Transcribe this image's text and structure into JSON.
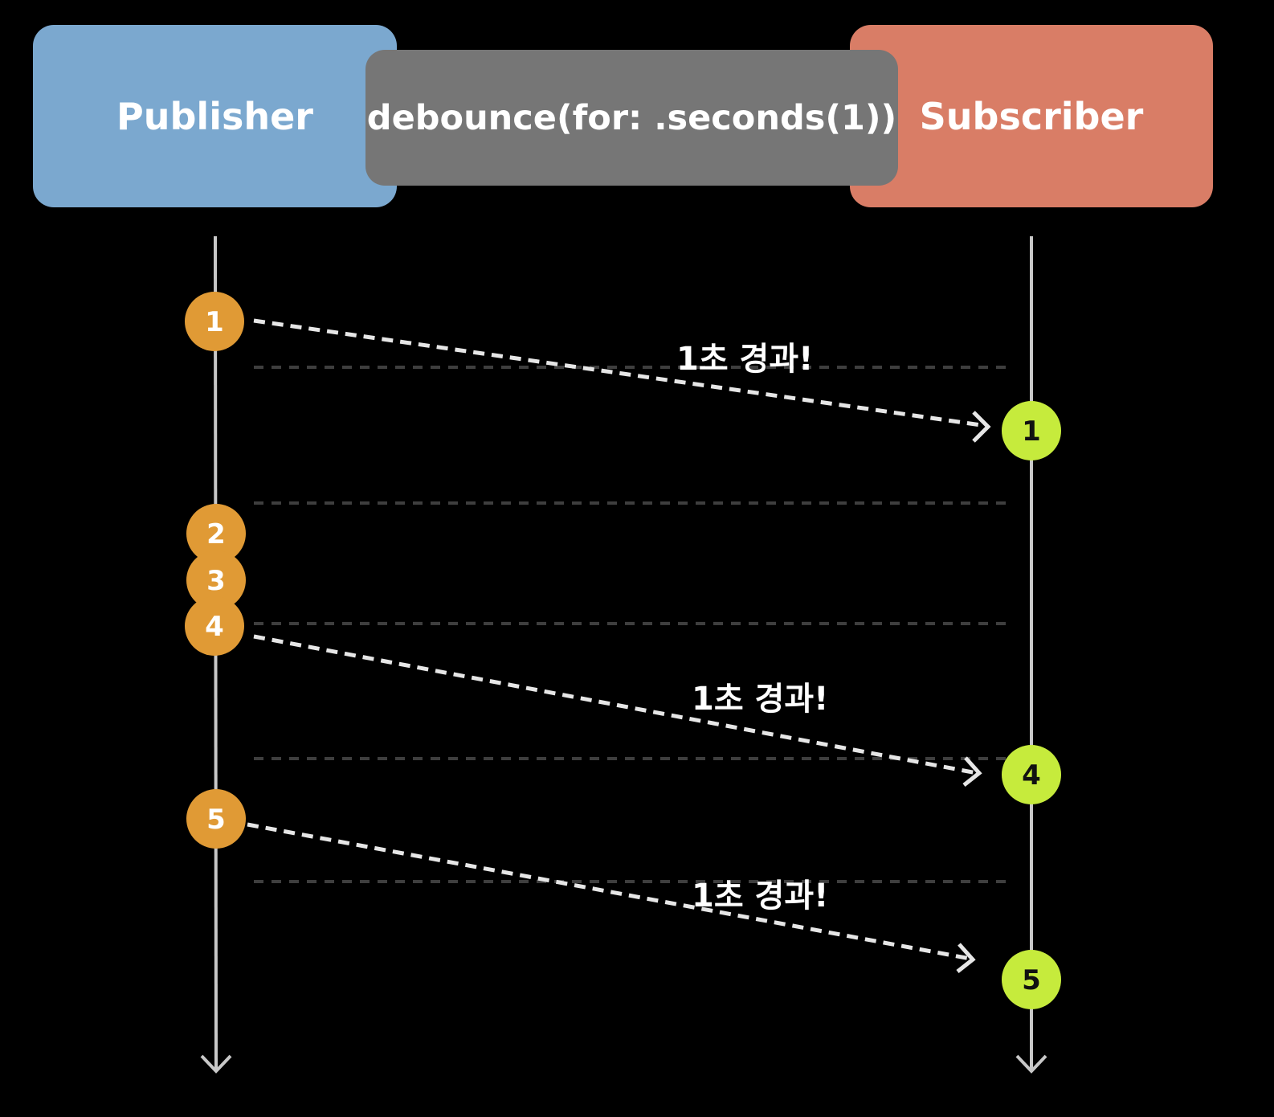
{
  "header": {
    "publisher_label": "Publisher",
    "operator_label": "debounce(for: .seconds(1))",
    "subscriber_label": "Subscriber"
  },
  "colors": {
    "background": "#000000",
    "publisher": "#7BA8CF",
    "operator": "#767676",
    "subscriber": "#D97D66",
    "input_marble": "#E09A35",
    "output_marble": "#C6EB3C",
    "timeline": "#C8C8C8",
    "separator": "#3E3E3E"
  },
  "publisher_events": [
    "1",
    "2",
    "3",
    "4",
    "5"
  ],
  "subscriber_events": [
    "1",
    "4",
    "5"
  ],
  "timer_notes": [
    "1초 경과!",
    "1초 경과!",
    "1초 경과!"
  ]
}
